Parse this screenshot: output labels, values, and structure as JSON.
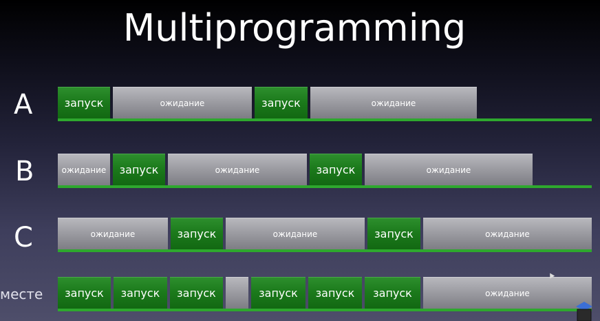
{
  "title": "Multiprogramming",
  "run_label": "запуск",
  "wait_label": "ожидание",
  "rows": [
    {
      "label": "A",
      "segments": [
        {
          "state": "run",
          "start": 0,
          "end": 76
        },
        {
          "state": "wait",
          "start": 80,
          "end": 282
        },
        {
          "state": "run",
          "start": 286,
          "end": 363
        },
        {
          "state": "wait",
          "start": 367,
          "end": 609
        }
      ],
      "line_end": 776
    },
    {
      "label": "B",
      "segments": [
        {
          "state": "wait",
          "start": 0,
          "end": 76
        },
        {
          "state": "run",
          "start": 80,
          "end": 156
        },
        {
          "state": "wait",
          "start": 160,
          "end": 362
        },
        {
          "state": "run",
          "start": 366,
          "end": 442
        },
        {
          "state": "wait",
          "start": 446,
          "end": 690
        }
      ],
      "line_end": 776
    },
    {
      "label": "C",
      "segments": [
        {
          "state": "wait",
          "start": 0,
          "end": 160
        },
        {
          "state": "run",
          "start": 164,
          "end": 240
        },
        {
          "state": "wait",
          "start": 244,
          "end": 446
        },
        {
          "state": "run",
          "start": 450,
          "end": 527
        },
        {
          "state": "wait",
          "start": 531,
          "end": 776
        }
      ],
      "line_end": 776
    },
    {
      "label": "месте",
      "segments": [
        {
          "state": "run",
          "start": 0,
          "end": 77
        },
        {
          "state": "run",
          "start": 81,
          "end": 159
        },
        {
          "state": "run",
          "start": 163,
          "end": 240
        },
        {
          "state": "wait",
          "start": 244,
          "end": 277,
          "no_text": true
        },
        {
          "state": "run",
          "start": 281,
          "end": 360
        },
        {
          "state": "run",
          "start": 364,
          "end": 442
        },
        {
          "state": "run",
          "start": 446,
          "end": 527
        },
        {
          "state": "wait",
          "start": 531,
          "end": 776
        }
      ],
      "line_end": 776
    }
  ]
}
